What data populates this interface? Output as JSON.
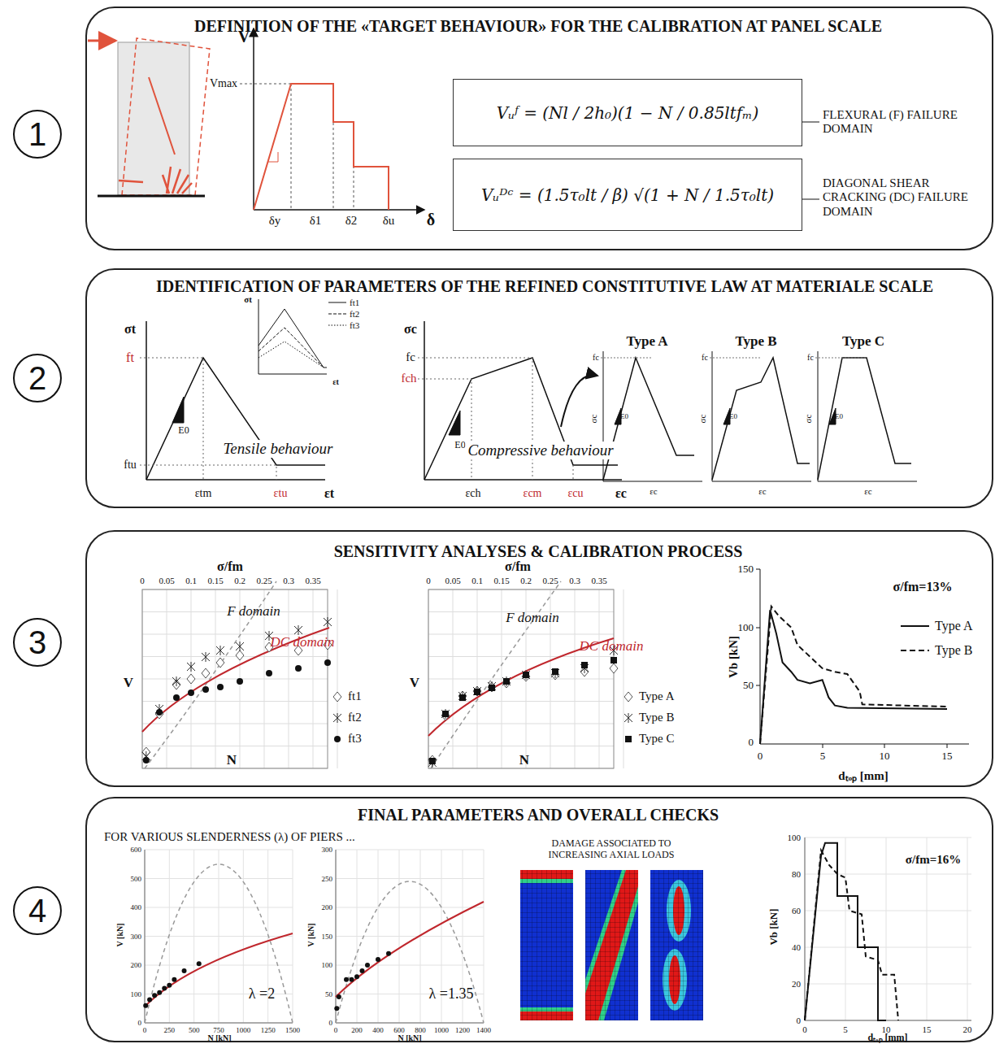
{
  "diagram": {
    "nodes": [
      {
        "text": [
          "1"
        ]
      },
      {
        "text": [
          "DEFINITION OF THE «TARGET BEHAVIOUR» FOR THE CALIBRATION AT PANEL SCALE"
        ]
      },
      {
        "text": [
          "Vᵤᶠ = (Nl / 2h₀)(1 − N / 0.85ltfₘ)"
        ],
        "in": 1
      },
      {
        "text": [
          "Vᵤᴰᶜ = (1.5τ₀lt / β) √(1 + N / 1.5τ₀lt)"
        ],
        "in": 1
      },
      {
        "text": [
          "2"
        ]
      },
      {
        "text": [
          "IDENTIFICATION OF PARAMETERS OF THE REFINED CONSTITUTIVE LAW AT MATERIALE SCALE"
        ]
      },
      {
        "text": [
          "3"
        ]
      },
      {
        "text": [
          "SENSITIVITY ANALYSES & CALIBRATION PROCESS"
        ]
      },
      {
        "text": [
          "4"
        ]
      },
      {
        "text": [
          "FINAL PARAMETERS AND OVERALL CHECKS"
        ]
      }
    ],
    "labels": [
      "FLEXURAL (F) FAILURE DOMAIN",
      "DIAGONAL SHEAR CRACKING (DC) FAILURE DOMAIN",
      "V",
      "Vmax",
      "δy",
      "δ1",
      "δ2",
      "δu",
      "δ",
      "σt",
      "ft",
      "ftu",
      "E0",
      "εtm",
      "εtu",
      "εt",
      "Tensile behaviour",
      "σt",
      "εt",
      "σc",
      "fc",
      "fch",
      "E0",
      "εch",
      "εcm",
      "εcu",
      "εc",
      "Compressive behaviour",
      "Type A",
      "Type B",
      "Type C",
      "fc",
      "σc",
      "E0",
      "εc",
      "fc",
      "σc",
      "E0",
      "εc",
      "fc",
      "σc",
      "E0",
      "εc",
      "σ/fm",
      "0",
      "0.05",
      "0.1",
      "0.15",
      "0.2",
      "0.25",
      "0.3",
      "0.35",
      "F domain",
      "DC domain",
      "V",
      "N",
      "σ/fm",
      "0",
      "0.05",
      "0.1",
      "0.15",
      "0.2",
      "0.25",
      "0.3",
      "0.35",
      "F domain",
      "DC domain",
      "V",
      "N",
      "150",
      "100",
      "50",
      "0",
      "0",
      "5",
      "10",
      "15",
      "Vb [kN]",
      "dₜₒₚ [mm]",
      "σ/fm=13%",
      "FOR VARIOUS SLENDERNESS (λ) OF PIERS ...",
      "600",
      "500",
      "400",
      "300",
      "200",
      "100",
      "0",
      "0",
      "250",
      "500",
      "750",
      "1000",
      "1250",
      "1500",
      "V [kN]",
      "N [kN]",
      "λ =2",
      "300",
      "250",
      "200",
      "150",
      "100",
      "50",
      "0",
      "0",
      "200",
      "400",
      "600",
      "800",
      "1000",
      "1200",
      "1400",
      "V [kN]",
      "N [kN]",
      "λ =1.35",
      "DAMAGE ASSOCIATED TO INCREASING AXIAL LOADS",
      "100",
      "80",
      "60",
      "40",
      "20",
      "0",
      "0",
      "5",
      "10",
      "15",
      "20",
      "Vb [kN]",
      "dₜₒₚ [mm]",
      "σ/fm=16%"
    ],
    "legend": [
      {
        "text": "ft1"
      },
      {
        "text": "ft2"
      },
      {
        "text": "ft3"
      },
      {
        "text": "ft1"
      },
      {
        "text": "ft2"
      },
      {
        "text": "ft3"
      },
      {
        "text": "Type A"
      },
      {
        "text": "Type B"
      },
      {
        "text": "Type C"
      },
      {
        "text": "Type A"
      },
      {
        "text": "Type B"
      }
    ]
  }
}
